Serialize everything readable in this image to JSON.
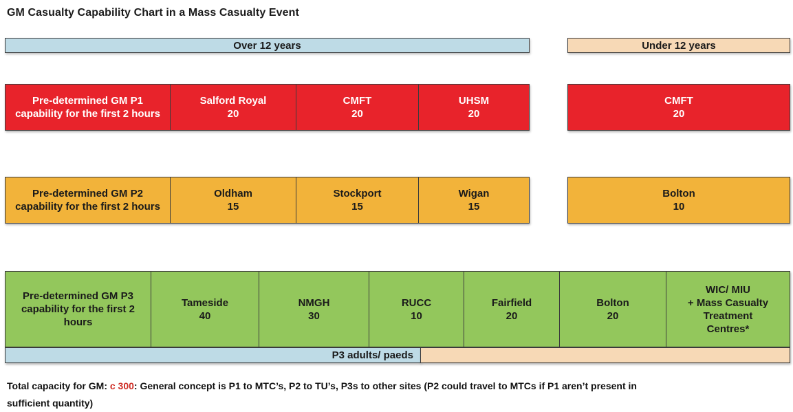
{
  "title": "GM Casualty Capability Chart in a Mass Casualty Event",
  "age_bands": {
    "over": "Over 12 years",
    "under": "Under 12 years"
  },
  "rows": {
    "p1": {
      "label": "Pre-determined GM P1 capability for the first 2 hours",
      "cells": [
        {
          "name": "Salford Royal",
          "value": "20"
        },
        {
          "name": "CMFT",
          "value": "20"
        },
        {
          "name": "UHSM",
          "value": "20"
        }
      ],
      "under12": {
        "name": "CMFT",
        "value": "20"
      }
    },
    "p2": {
      "label": "Pre-determined GM P2 capability for the first 2 hours",
      "cells": [
        {
          "name": "Oldham",
          "value": "15"
        },
        {
          "name": "Stockport",
          "value": "15"
        },
        {
          "name": "Wigan",
          "value": "15"
        }
      ],
      "under12": {
        "name": "Bolton",
        "value": "10"
      }
    },
    "p3": {
      "label": "Pre-determined GM P3 capability for the first 2 hours",
      "cells": [
        {
          "name": "Tameside",
          "value": "40"
        },
        {
          "name": "NMGH",
          "value": "30"
        },
        {
          "name": "RUCC",
          "value": "10"
        },
        {
          "name": "Fairfield",
          "value": "20"
        },
        {
          "name": "Bolton",
          "value": "20"
        },
        {
          "name": "WIC/ MIU\n+ Mass Casualty\nTreatment\nCentres*"
        }
      ]
    }
  },
  "bottom_bar": {
    "label": "P3 adults/ paeds"
  },
  "note": {
    "prefix": "Total capacity for GM: ",
    "highlight": "c 300",
    "suffix": ": General concept is P1 to MTC’s, P2 to TU’s, P3s to other sites (P2 could travel to MTCs if P1 aren’t present in\nsufficient quantity)"
  },
  "colors": {
    "p1_red": "#e8232b",
    "p2_amber": "#f2b33a",
    "p3_green": "#93c75c",
    "over12_blue": "#bedbe6",
    "under12_peach": "#f7d9b6",
    "note_highlight_red": "#cf2e26"
  },
  "chart_data": {
    "type": "table",
    "title": "GM Casualty Capability Chart in a Mass Casualty Event",
    "columns": [
      "Over 12 years",
      "Under 12 years"
    ],
    "groups": [
      {
        "priority": "P1",
        "label": "Pre-determined GM P1 capability for the first 2 hours",
        "over_12_years": [
          {
            "site": "Salford Royal",
            "capacity": 20
          },
          {
            "site": "CMFT",
            "capacity": 20
          },
          {
            "site": "UHSM",
            "capacity": 20
          }
        ],
        "under_12_years": [
          {
            "site": "CMFT",
            "capacity": 20
          }
        ]
      },
      {
        "priority": "P2",
        "label": "Pre-determined GM P2 capability for the first 2 hours",
        "over_12_years": [
          {
            "site": "Oldham",
            "capacity": 15
          },
          {
            "site": "Stockport",
            "capacity": 15
          },
          {
            "site": "Wigan",
            "capacity": 15
          }
        ],
        "under_12_years": [
          {
            "site": "Bolton",
            "capacity": 10
          }
        ]
      },
      {
        "priority": "P3",
        "label": "Pre-determined GM P3 capability for the first 2 hours",
        "age_group": "P3 adults/ paeds",
        "sites": [
          {
            "site": "Tameside",
            "capacity": 40
          },
          {
            "site": "NMGH",
            "capacity": 30
          },
          {
            "site": "RUCC",
            "capacity": 10
          },
          {
            "site": "Fairfield",
            "capacity": 20
          },
          {
            "site": "Bolton",
            "capacity": 20
          },
          {
            "site": "WIC/ MIU + Mass Casualty Treatment Centres*",
            "capacity": null
          }
        ]
      }
    ],
    "total_capacity": "c 300",
    "note": "Total capacity for GM: c 300: General concept is P1 to MTC’s, P2 to TU’s, P3s to other sites (P2 could travel to MTCs if P1 aren’t present in sufficient quantity)"
  }
}
